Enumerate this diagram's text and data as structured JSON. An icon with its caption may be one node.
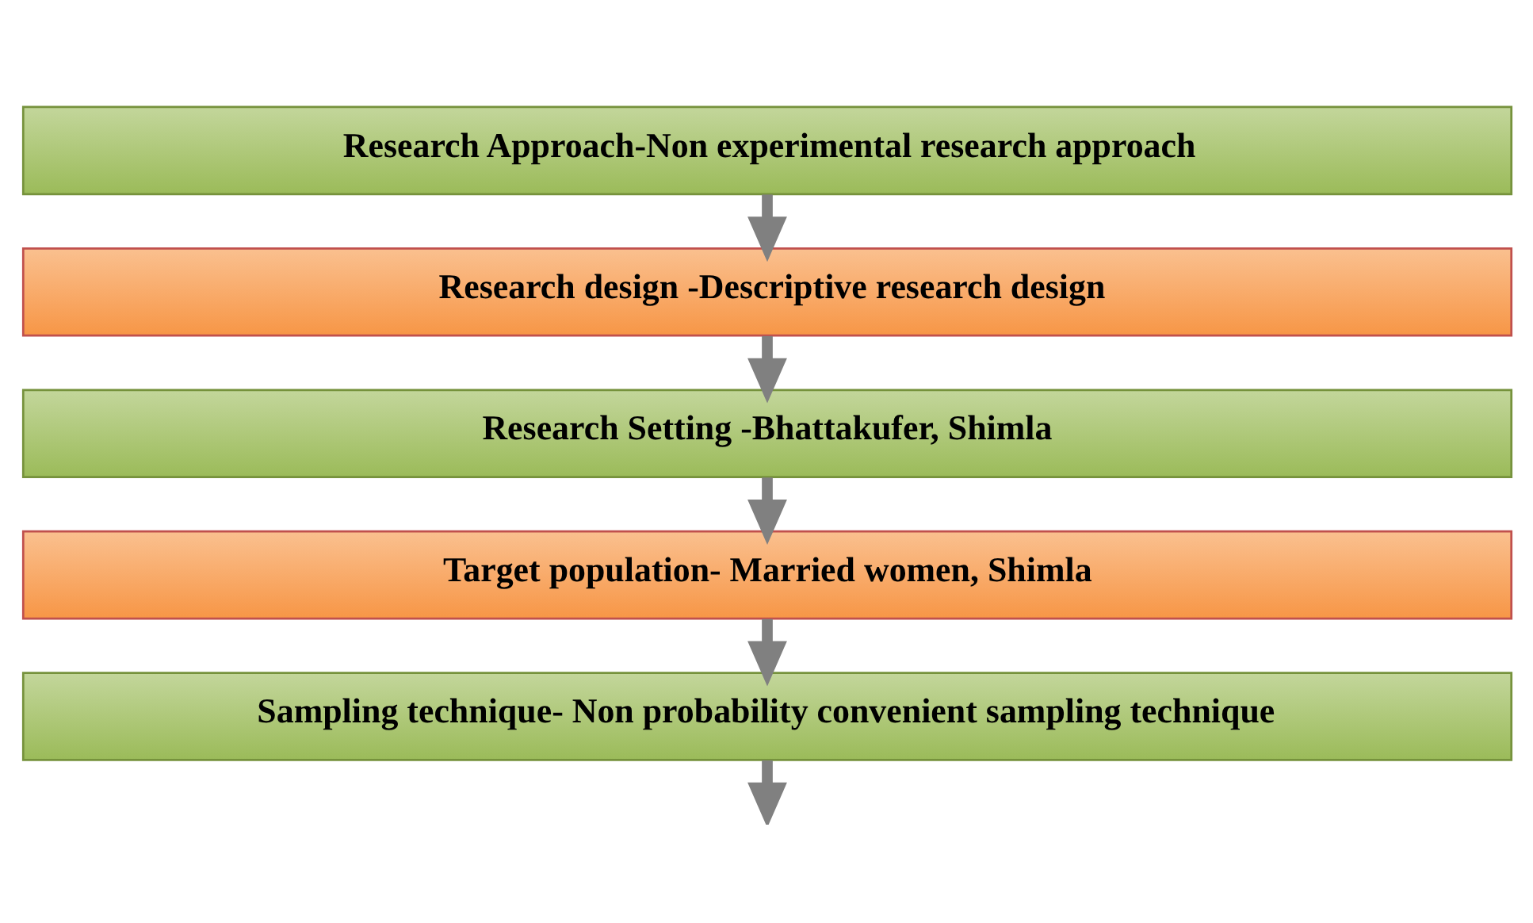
{
  "diagram": {
    "nodes": [
      {
        "text": [
          "Research Approach-Non experimental research approach"
        ]
      },
      {
        "text": [
          "Research design -Descriptive research design"
        ]
      },
      {
        "text": [
          "Research Setting -Bhattakufer, Shimla"
        ]
      },
      {
        "text": [
          "Target population- Married women, Shimla"
        ]
      },
      {
        "text": [
          "Sampling technique- Non probability convenient sampling technique"
        ]
      }
    ],
    "edges": [
      {
        "from": 0,
        "to": 1,
        "arrow": "to"
      },
      {
        "from": 1,
        "to": 2,
        "arrow": "to"
      },
      {
        "from": 2,
        "to": 3,
        "arrow": "to"
      },
      {
        "from": 3,
        "to": 4,
        "arrow": "to"
      },
      {
        "from": 4,
        "to": null,
        "arrow": "to"
      }
    ]
  }
}
